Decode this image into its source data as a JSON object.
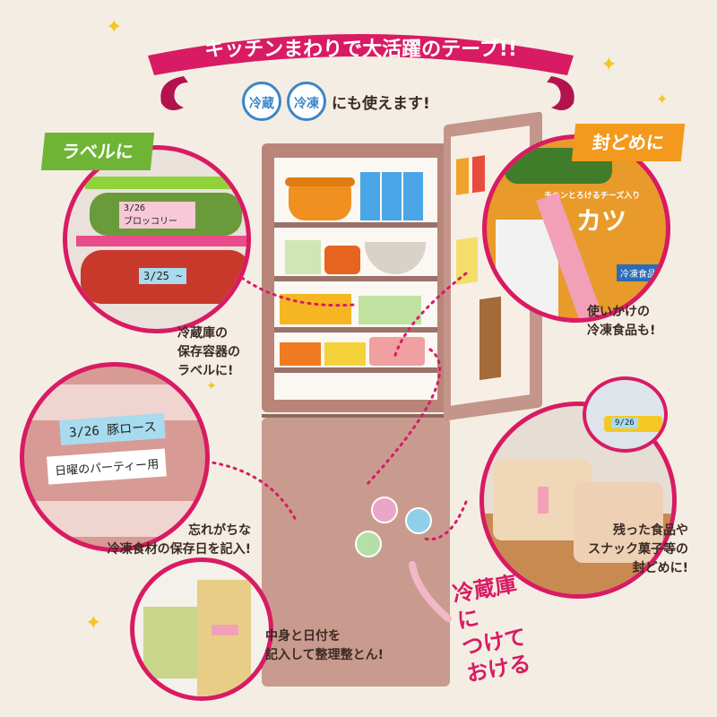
{
  "banner": {
    "title": "キッチンまわりで大活躍のテープ!!",
    "badges": [
      "冷蔵",
      "冷凍"
    ],
    "subtitle": "にも使えます!"
  },
  "labels": {
    "left_tag": "ラベルに",
    "right_tag": "封どめに"
  },
  "captions": {
    "fridge_container": "冷蔵庫の\n保存容器の\nラベルに!",
    "frozen_food": "使いかけの\n冷凍食品も!",
    "frozen_date": "忘れがちな\n冷凍食材の保存日を記入!",
    "snack": "残った食品や\nスナック菓子等の\n封どめに!",
    "contents": "中身と日付を\n記入して整理整とん!",
    "magnet": "冷蔵庫に\nつけておける"
  },
  "tape_text": {
    "broccoli_date": "3/26",
    "broccoli_name": "ブロッコリー",
    "tomato_date": "3/25 ~",
    "pork_label": "3/26 豚ロース",
    "sunday_label": "日曜のパーティー用",
    "package_text": "チキンとろけるチーズ入り",
    "package_brand": "カツ",
    "package_freeze": "冷凍食品",
    "clip_date": "9/26"
  },
  "colors": {
    "accent": "#d81b63",
    "green": "#6fb535",
    "orange": "#f39a1e",
    "blue": "#3a86c8"
  }
}
